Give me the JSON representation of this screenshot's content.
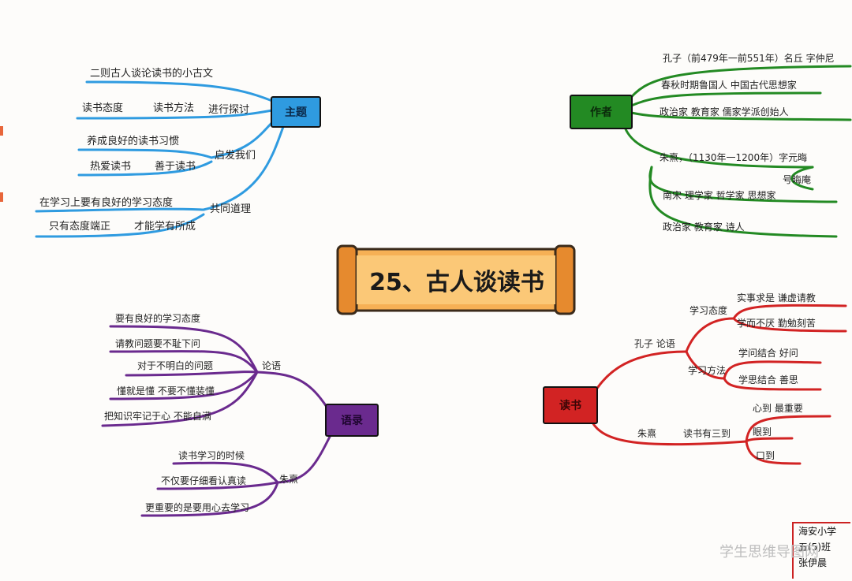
{
  "center": {
    "title": "25、古人谈读书"
  },
  "theme": {
    "label": "主题",
    "nodes": [
      "二则古人谈论读书的小古文",
      "读书态度",
      "读书方法",
      "进行探讨",
      "养成良好的读书习惯",
      "启发我们",
      "热爱读书",
      "善于读书",
      "在学习上要有良好的学习态度",
      "共同道理",
      "只有态度端正",
      "才能学有所成"
    ]
  },
  "author": {
    "label": "作者",
    "confucius": [
      "孔子（前479年一前551年）名丘 字仲尼",
      "春秋时期鲁国人 中国古代思想家",
      "政治家  教育家  儒家学派创始人"
    ],
    "zhuxi": [
      "朱熹，（1130年一1200年）字元晦",
      "号晦庵",
      "南宋  理学家  哲学家  思想家",
      "政治家  教育家  诗人"
    ]
  },
  "reading": {
    "label": "读书",
    "confucius_branch": "孔子  论语",
    "attitude": "学习态度",
    "attitude_items": [
      "实事求是  谦虚请教",
      "学而不厌  勤勉刻苦"
    ],
    "method": "学习方法",
    "method_items": [
      "学问结合  好问",
      "学思结合  善思"
    ],
    "zhuxi_branch": "朱熹",
    "three": "读书有三到",
    "three_items": [
      "心到  最重要",
      "眼到",
      "口到"
    ]
  },
  "quote": {
    "label": "语录",
    "lunyu": "论语",
    "lunyu_items": [
      "要有良好的学习态度",
      "请教问题要不耻下问",
      "对于不明白的问题",
      "懂就是懂  不要不懂装懂",
      "把知识牢记于心  不能自满"
    ],
    "zhuxi": "朱熹",
    "zhuxi_items": [
      "读书学习的时候",
      "不仅要仔细看认真读",
      "更重要的是要用心去学习"
    ]
  },
  "credit": [
    "海安小学",
    "五(5)班",
    "张伊晨"
  ],
  "watermark": "学生思维导图网",
  "colors": {
    "theme": "#2f9be0",
    "author": "#238a23",
    "reading": "#d22323",
    "quote": "#6a2a8e",
    "scroll": "#f4a64a"
  }
}
